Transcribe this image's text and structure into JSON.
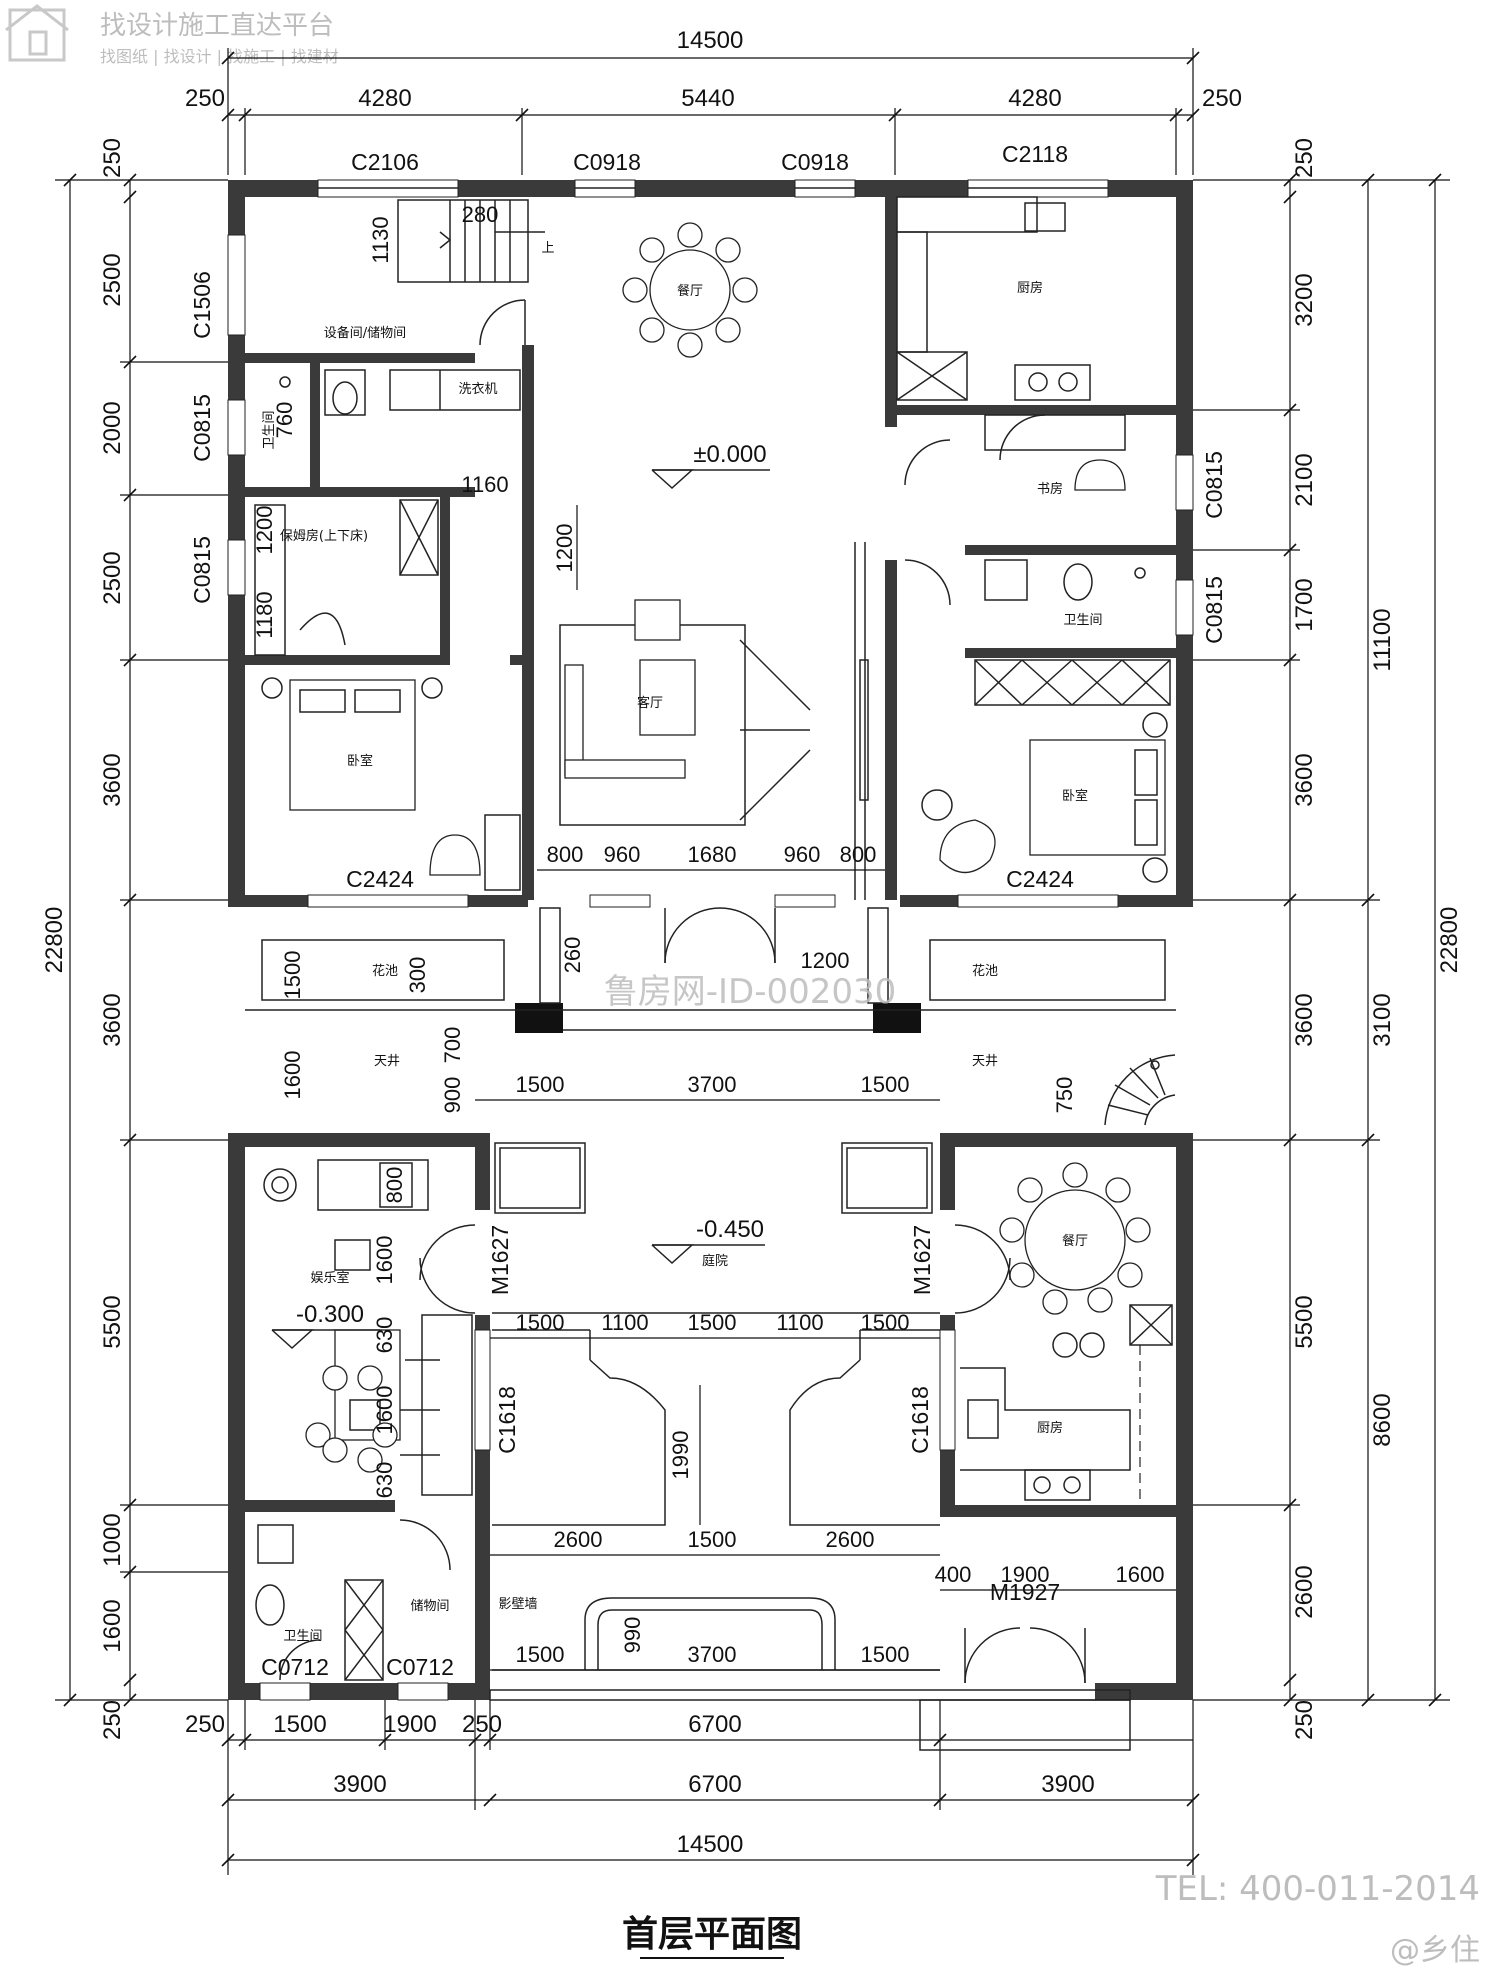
{
  "watermark": {
    "title": "找设计施工直达平台",
    "subtitle": "找图纸 | 找设计 | 找施工 | 找建材",
    "id": "鲁房网-ID-002030",
    "tel": "TEL: 400-011-2014",
    "handle": "@乡住"
  },
  "drawing_title": "首层平面图",
  "dims": {
    "top_total": "14500",
    "top_seg": [
      "250",
      "4280",
      "5440",
      "4280",
      "250"
    ],
    "bottom_seg1": [
      "250",
      "1500",
      "1900",
      "250",
      "6700"
    ],
    "bottom_seg2": [
      "3900",
      "6700",
      "3900"
    ],
    "bottom_total": "14500",
    "left_total": "22800",
    "left_seg": [
      "250",
      "2500",
      "2000",
      "2500",
      "3600",
      "3600",
      "5500",
      "1000",
      "1600",
      "250"
    ],
    "right_seg": [
      "250",
      "3200",
      "2100",
      "1700",
      "3600",
      "3600",
      "5500",
      "2600",
      "250"
    ],
    "right_mid": [
      "11100",
      "3100",
      "8600"
    ],
    "right_total": "22800"
  },
  "windows": {
    "c2106": "C2106",
    "c0918": "C0918",
    "c2118": "C2118",
    "c1506": "C1506",
    "c0815": "C0815",
    "c2424": "C2424",
    "m1627": "M1627",
    "c1618": "C1618",
    "c0712": "C0712",
    "m1927": "M1927"
  },
  "rooms": {
    "dining": "餐厅",
    "kitchen": "厨房",
    "equipment": "设备间/储物间",
    "washer": "洗衣机",
    "bath": "卫生间",
    "nanny": "保姆房(上下床)",
    "living": "客厅",
    "study": "书房",
    "bedroom": "卧室",
    "planter": "花池",
    "patio": "天井",
    "courtyard": "庭院",
    "entertainment": "娱乐室",
    "storage": "储物间",
    "screen_wall": "影壁墙",
    "up": "上"
  },
  "levels": {
    "ground": "±0.000",
    "courtyard": "-0.450",
    "entertainment": "-0.300"
  },
  "inner_dims": {
    "stair_1130": "1130",
    "stair_280": "280",
    "d760": "760",
    "d1160": "1160",
    "d1200a": "1200",
    "d1200b": "1200",
    "d1180": "1180",
    "living_row": [
      "800",
      "960",
      "1680",
      "960",
      "800"
    ],
    "d1200c": "1200",
    "d1500": "1500",
    "d300": "300",
    "d260": "260",
    "d1600": "1600",
    "d700": "700",
    "d900": "900",
    "patio_row": [
      "1500",
      "3700",
      "1500"
    ],
    "d750": "750",
    "court_row": [
      "1500",
      "1100",
      "1500",
      "1100",
      "1500"
    ],
    "d1990": "1990",
    "screen_row": [
      "2600",
      "1500",
      "2600"
    ],
    "entry_row": [
      "400",
      "1900",
      "1600"
    ],
    "base_row": [
      "1500",
      "990",
      "3700",
      "1500"
    ],
    "ent_800": "800",
    "ent_1600": "1600",
    "ent_630a": "630",
    "ent_1600b": "1600",
    "ent_630b": "630"
  }
}
